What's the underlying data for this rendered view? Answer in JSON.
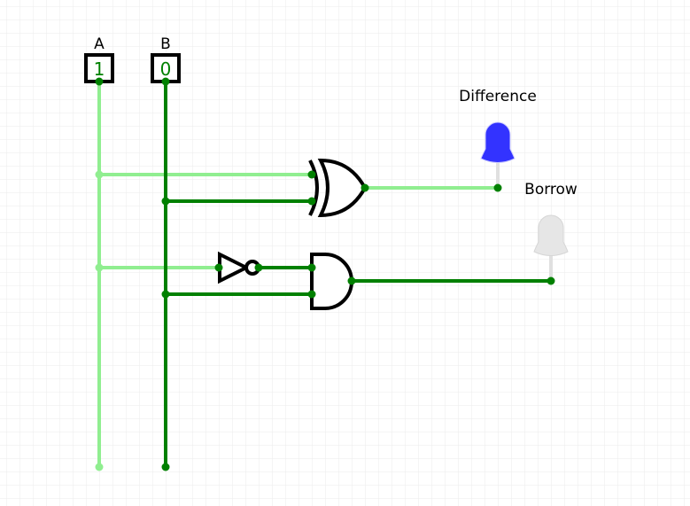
{
  "inputs": [
    {
      "label": "A",
      "value": "1"
    },
    {
      "label": "B",
      "value": "0"
    }
  ],
  "outputs": [
    {
      "label": "Difference",
      "state": "on",
      "color": "#3333ff"
    },
    {
      "label": "Borrow",
      "state": "off",
      "color": "#e6e6e6"
    }
  ],
  "gates": [
    "xor-gate",
    "not-gate",
    "and-gate"
  ],
  "colors": {
    "wire_high": "#90ee90",
    "wire_low": "#008000",
    "grid": "#ebebeb",
    "gate_stroke": "#000000",
    "input_value": "#008000"
  }
}
